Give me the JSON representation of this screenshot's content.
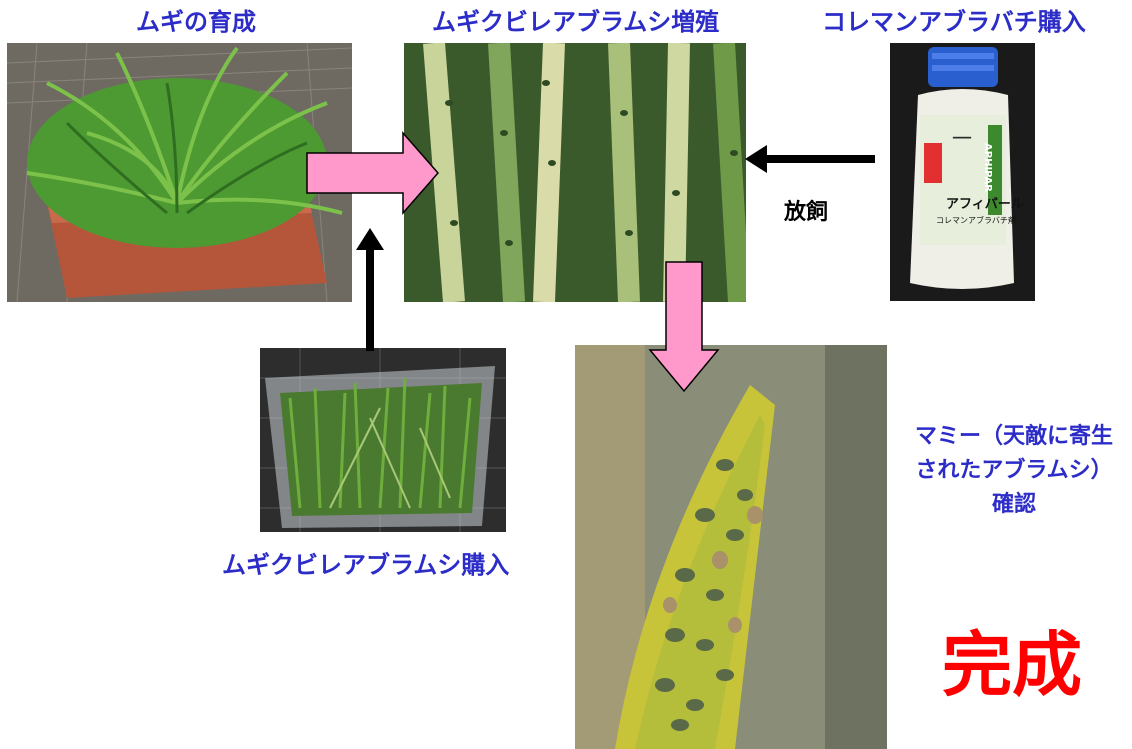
{
  "labels": {
    "wheat_growing": "ムギの育成",
    "aphid_breeding": "ムギクビレアブラムシ増殖",
    "wasp_purchase": "コレマンアブラバチ購入",
    "aphid_purchase": "ムギクビレアブラムシ購入",
    "release": "放飼",
    "mummy_line1": "マミー（天敵に寄生",
    "mummy_line2": "されたアブラムシ）",
    "mummy_line3": "確認",
    "complete": "完成"
  },
  "product": {
    "brand": "アフィパール",
    "brand_latin": "APHIPAR",
    "subtitle": "コレマンアブラバチ剤"
  },
  "colors": {
    "label_blue": "#2c2cc8",
    "complete_red": "#ff0000",
    "pink_arrow": "#ff99cc",
    "black_arrow": "#000000"
  }
}
